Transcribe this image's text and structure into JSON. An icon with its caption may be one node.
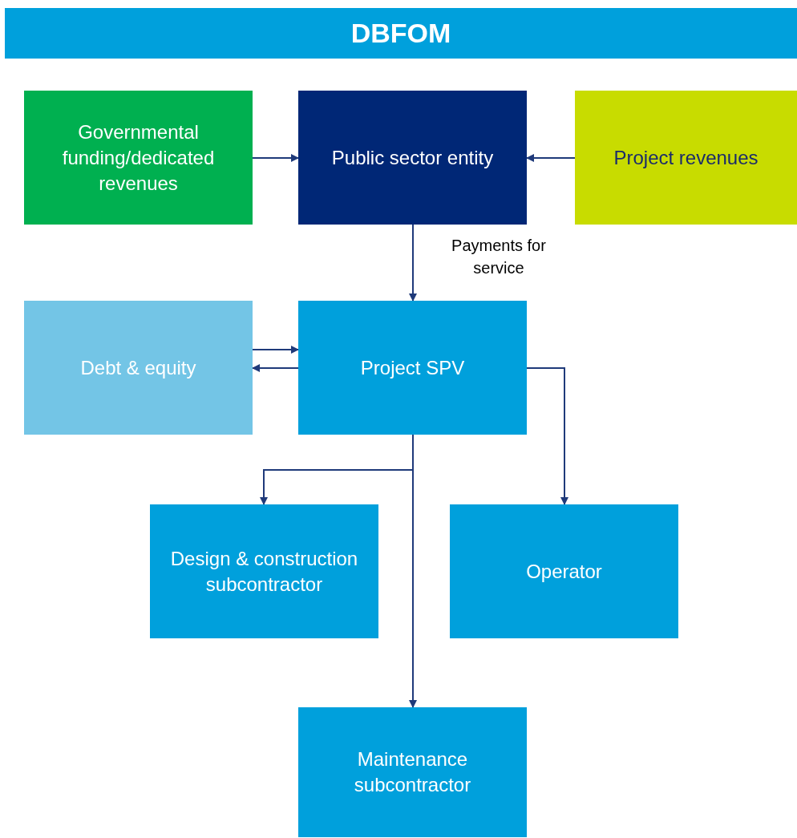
{
  "diagram": {
    "title": "DBFOM",
    "nodes": [
      {
        "text": [
          "Governmental funding/dedicated revenues"
        ]
      },
      {
        "text": [
          "Public sector entity"
        ]
      },
      {
        "text": [
          "Project revenues"
        ]
      },
      {
        "text": [
          "Debt & equity"
        ]
      },
      {
        "text": [
          "Project SPV"
        ]
      },
      {
        "text": [
          "Design & construction subcontractor"
        ]
      },
      {
        "text": [
          "Operator"
        ]
      },
      {
        "text": [
          "Maintenance subcontractor"
        ]
      }
    ],
    "edges": [
      {
        "from": 0,
        "to": 1,
        "arrow": "to"
      },
      {
        "from": 2,
        "to": 1,
        "arrow": "to"
      },
      {
        "from": 1,
        "to": 4,
        "arrow": "to",
        "label": "Payments for service"
      },
      {
        "from": 3,
        "to": 4,
        "arrow": "to"
      },
      {
        "from": 4,
        "to": 3,
        "arrow": "to"
      },
      {
        "from": 4,
        "to": 5,
        "arrow": "to"
      },
      {
        "from": 4,
        "to": 7,
        "arrow": "to"
      },
      {
        "from": 4,
        "to": 6,
        "arrow": "to"
      }
    ]
  }
}
